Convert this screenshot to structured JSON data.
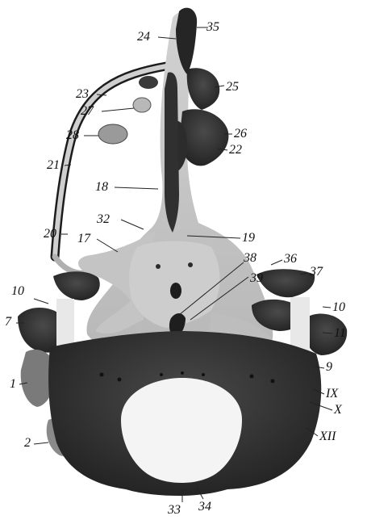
{
  "colors": {
    "background": "#ffffff",
    "cartilage": "#c9c9c9",
    "cartilage_dark": "#9c9c9c",
    "bone": "#2a2a2a",
    "bone_mid": "#3c3c3c",
    "pale_bone": "#e6e6e6",
    "ink": "#111111"
  },
  "labels": {
    "n1": "1",
    "n2": "2",
    "n7": "7",
    "n9": "9",
    "n10_left": "10",
    "n10_right": "10",
    "n11": "11",
    "n17": "17",
    "n18": "18",
    "n19": "19",
    "n20": "20",
    "n21": "21",
    "n22": "22",
    "n23": "23",
    "n24": "24",
    "n25": "25",
    "n26": "26",
    "n27": "27",
    "n28": "28",
    "n32": "32",
    "n33": "33",
    "n34": "34",
    "n35": "35",
    "n36": "36",
    "n37": "37",
    "n38": "38",
    "n39": "39",
    "nIX": "IX",
    "nX": "X",
    "nXII": "XII"
  }
}
